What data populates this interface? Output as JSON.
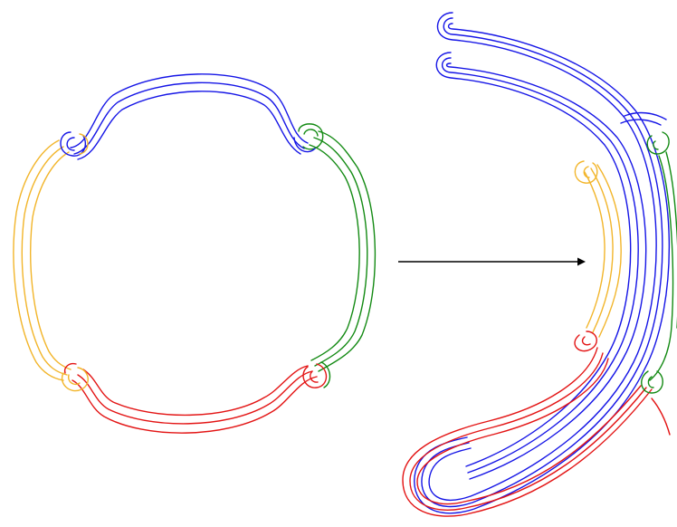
{
  "diagram": {
    "colors": {
      "blue": "#1515e6",
      "green": "#138a13",
      "orange": "#f2b52a",
      "red": "#e31414",
      "arrow": "#000000"
    },
    "left_figure": {
      "shape": "circle-of-bands",
      "bands": [
        {
          "color": "blue",
          "strands": 3,
          "position": "top"
        },
        {
          "color": "green",
          "strands": 3,
          "position": "right"
        },
        {
          "color": "red",
          "strands": 3,
          "position": "bottom"
        },
        {
          "color": "orange",
          "strands": 3,
          "position": "left"
        }
      ],
      "clasp_count": 4
    },
    "transformation_arrow": {
      "direction": "right"
    },
    "right_figure": {
      "shape": "folded-band-crescent",
      "bands": [
        {
          "color": "blue",
          "strands": 6
        },
        {
          "color": "red",
          "strands": 3
        },
        {
          "color": "orange",
          "strands": 3
        },
        {
          "color": "green",
          "strands": 3
        }
      ],
      "clasp_count": 4
    }
  }
}
